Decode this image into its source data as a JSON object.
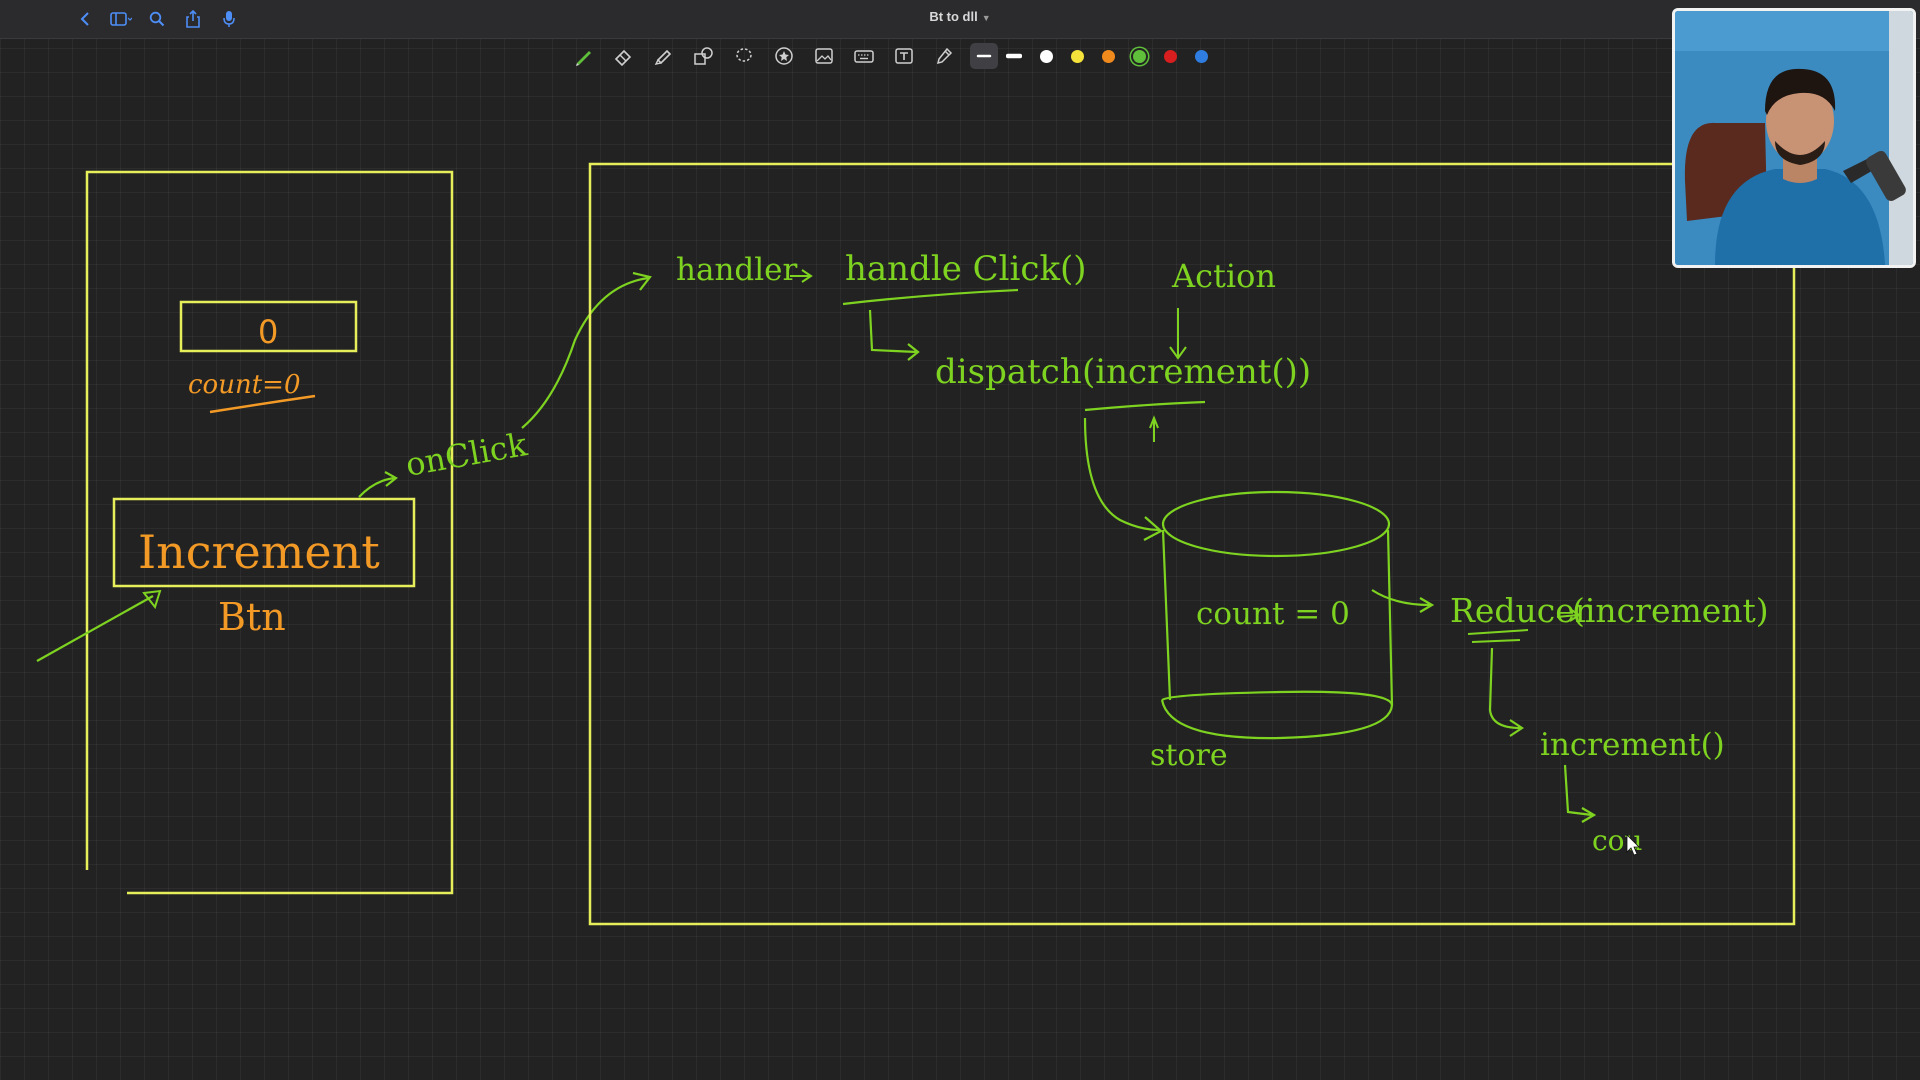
{
  "document": {
    "title": "Bt to dll"
  },
  "toolbar": {
    "tools": [
      "pen-icon",
      "eraser-icon",
      "highlighter-icon",
      "shapes-icon",
      "lasso-icon",
      "sticker-icon",
      "image-icon",
      "keyboard-icon",
      "text-icon",
      "eyedropper-icon"
    ],
    "stroke_widths": [
      "thin",
      "medium"
    ],
    "colors": [
      "#ffffff",
      "#f5e33b",
      "#f08a1c",
      "#5fbf3a",
      "#d81e1e",
      "#2f7de0"
    ],
    "selected_color": "#5fbf3a"
  },
  "whiteboard": {
    "colors": {
      "green": "#7ed321",
      "yellow": "#e6ef5a",
      "orange": "#f39a26"
    },
    "left_panel": {
      "counter_value": "0",
      "count_label": "count=0",
      "button_text": "Increment",
      "button_caption": "Btn",
      "event_label": "onClick"
    },
    "flow": {
      "handler": "handler",
      "handle_click": "handle Click()",
      "action": "Action",
      "dispatch": "dispatch",
      "dispatch_arg": "(increment())",
      "store_state": "count = 0",
      "store_label": "store",
      "reducer": "Reducer",
      "reducer_arg": "(increment)",
      "reducer_fn": "increment()",
      "partial": "cou"
    }
  }
}
